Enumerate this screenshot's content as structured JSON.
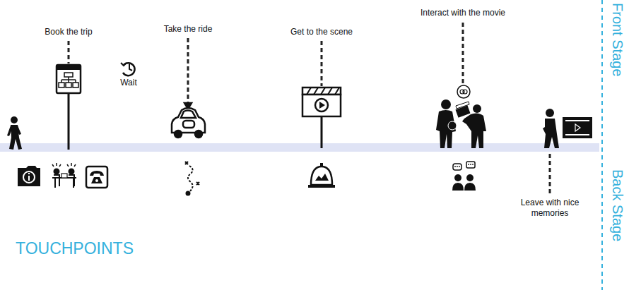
{
  "diagram": {
    "labels": [
      "Book the trip",
      "Wait",
      "Take the ride",
      "Get to the scene",
      "Interact with the movie",
      "Leave with nice memories",
      "TOUCHPOINTS",
      "Front Stage",
      "Back Stage"
    ]
  }
}
